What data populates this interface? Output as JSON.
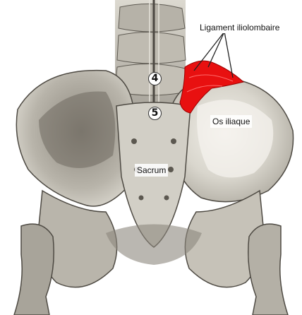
{
  "labels": {
    "ligament": "Ligament iliolombaire",
    "iliac_bone": "Os iliaque",
    "sacrum": "Sacrum"
  },
  "vertebra_numbers": {
    "l4": "4",
    "l5": "5"
  },
  "colors": {
    "ligament_highlight": "#e81010",
    "bone": "#c9c6bd",
    "bone_shadow": "#6e6a62",
    "background": "#ffffff"
  }
}
